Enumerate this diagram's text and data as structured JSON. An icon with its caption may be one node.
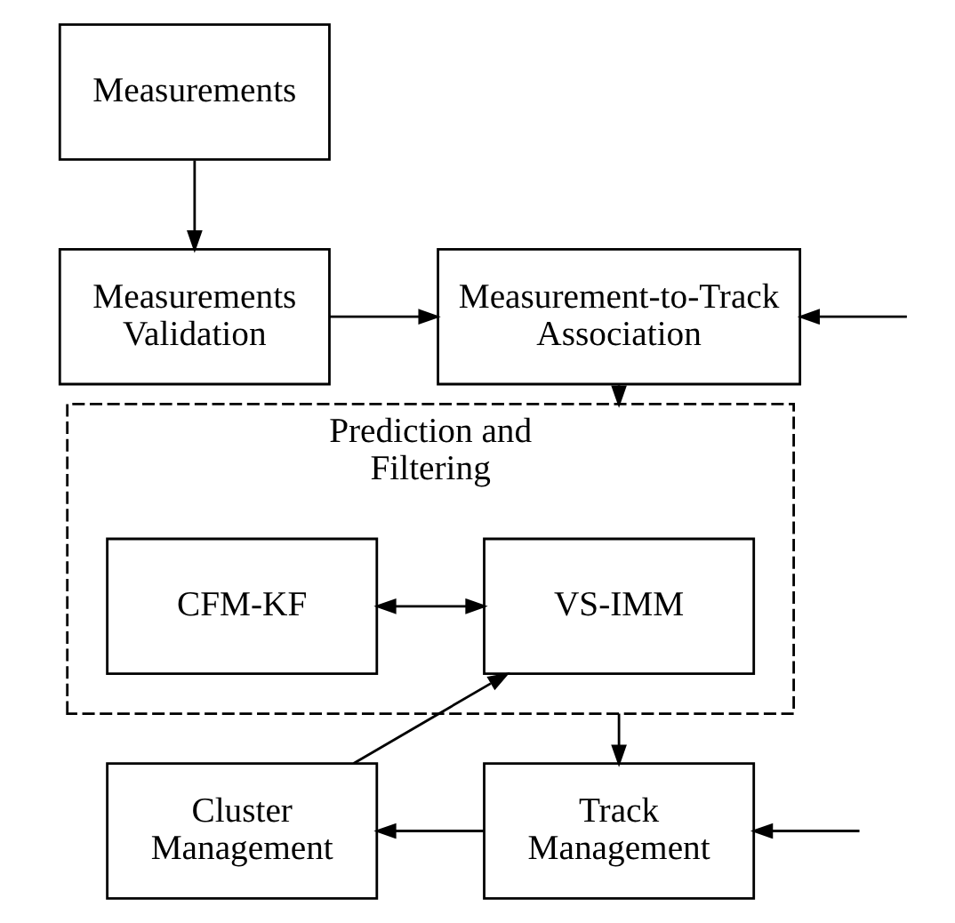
{
  "diagram": {
    "nodes": [
      {
        "text": [
          "Measurements"
        ]
      },
      {
        "text": [
          "Measurements Validation"
        ]
      },
      {
        "text": [
          "Measurement-to-Track Association"
        ]
      },
      {
        "text": [
          "Prediction and Filtering"
        ]
      },
      {
        "text": [
          "VS-IMM"
        ],
        "in": 3
      },
      {
        "text": [
          "CFM-KF"
        ],
        "in": 3
      },
      {
        "text": [
          "Cluster Management"
        ]
      },
      {
        "text": [
          "Track Management"
        ]
      }
    ],
    "edges": [
      {
        "from": 0,
        "to": 1,
        "arrow": "to"
      },
      {
        "from": 1,
        "to": 2,
        "arrow": "to"
      },
      {
        "from": null,
        "to": 2,
        "arrow": "to"
      },
      {
        "from": 2,
        "to": 3,
        "arrow": "to"
      },
      {
        "from": 4,
        "to": 5,
        "arrow": "both"
      },
      {
        "from": 3,
        "to": 7,
        "arrow": "to"
      },
      {
        "from": null,
        "to": 7,
        "arrow": "to"
      },
      {
        "from": 7,
        "to": 6,
        "arrow": "to"
      },
      {
        "from": 6,
        "to": 4,
        "arrow": "to"
      }
    ]
  }
}
